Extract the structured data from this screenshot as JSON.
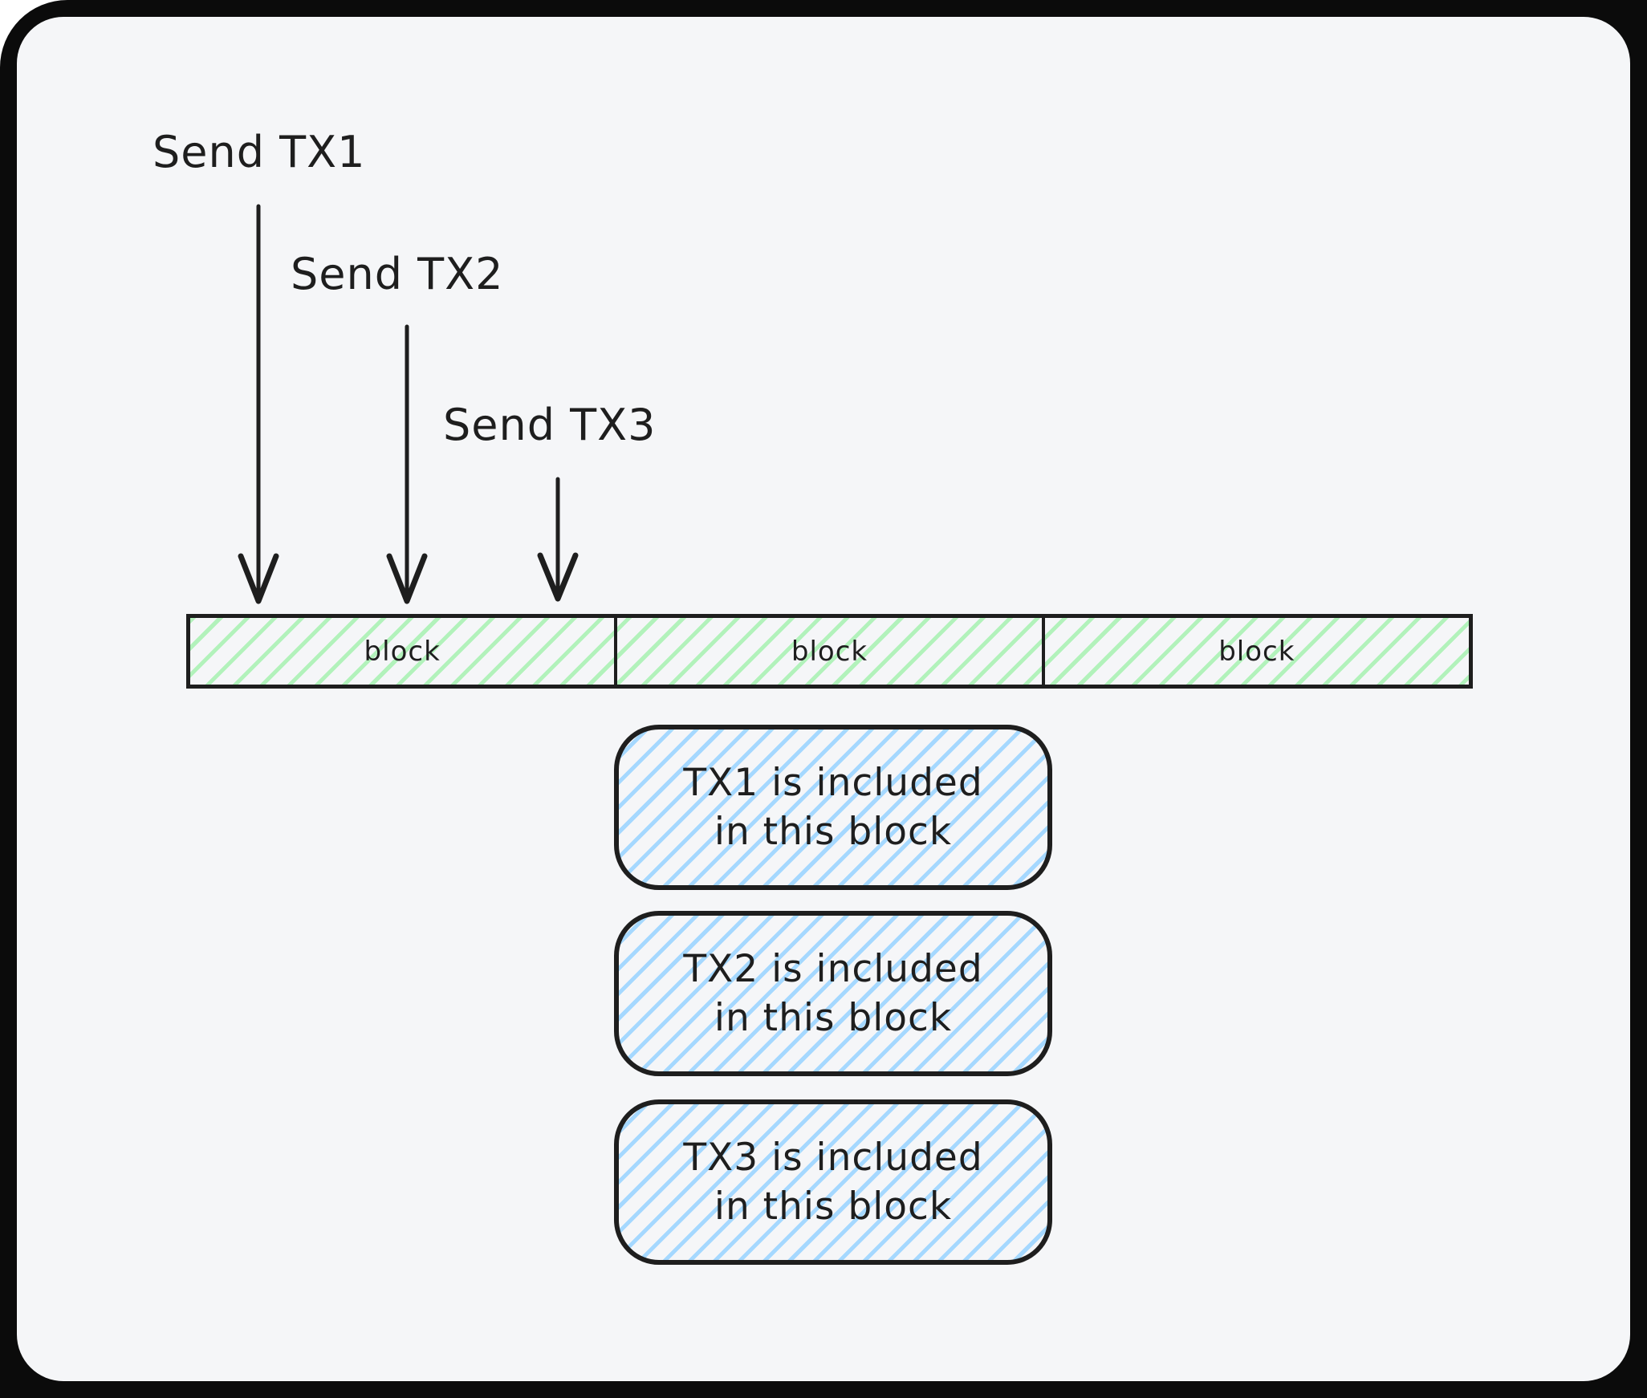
{
  "canvas": {
    "frame_color": "#0b0b0b",
    "background": "#f5f6f8",
    "ink": "#1e1e1e"
  },
  "send_events": [
    {
      "label": "Send TX1"
    },
    {
      "label": "Send TX2"
    },
    {
      "label": "Send TX3"
    }
  ],
  "block_row": {
    "hatch_color": "#b2f2bb",
    "blocks": [
      {
        "label": "block"
      },
      {
        "label": "block"
      },
      {
        "label": "block"
      }
    ]
  },
  "callouts": {
    "hatch_color": "#a5d8ff",
    "items": [
      {
        "line1": "TX1 is included",
        "line2": "in this block"
      },
      {
        "line1": "TX2 is included",
        "line2": "in this block"
      },
      {
        "line1": "TX3 is included",
        "line2": "in this block"
      }
    ]
  }
}
